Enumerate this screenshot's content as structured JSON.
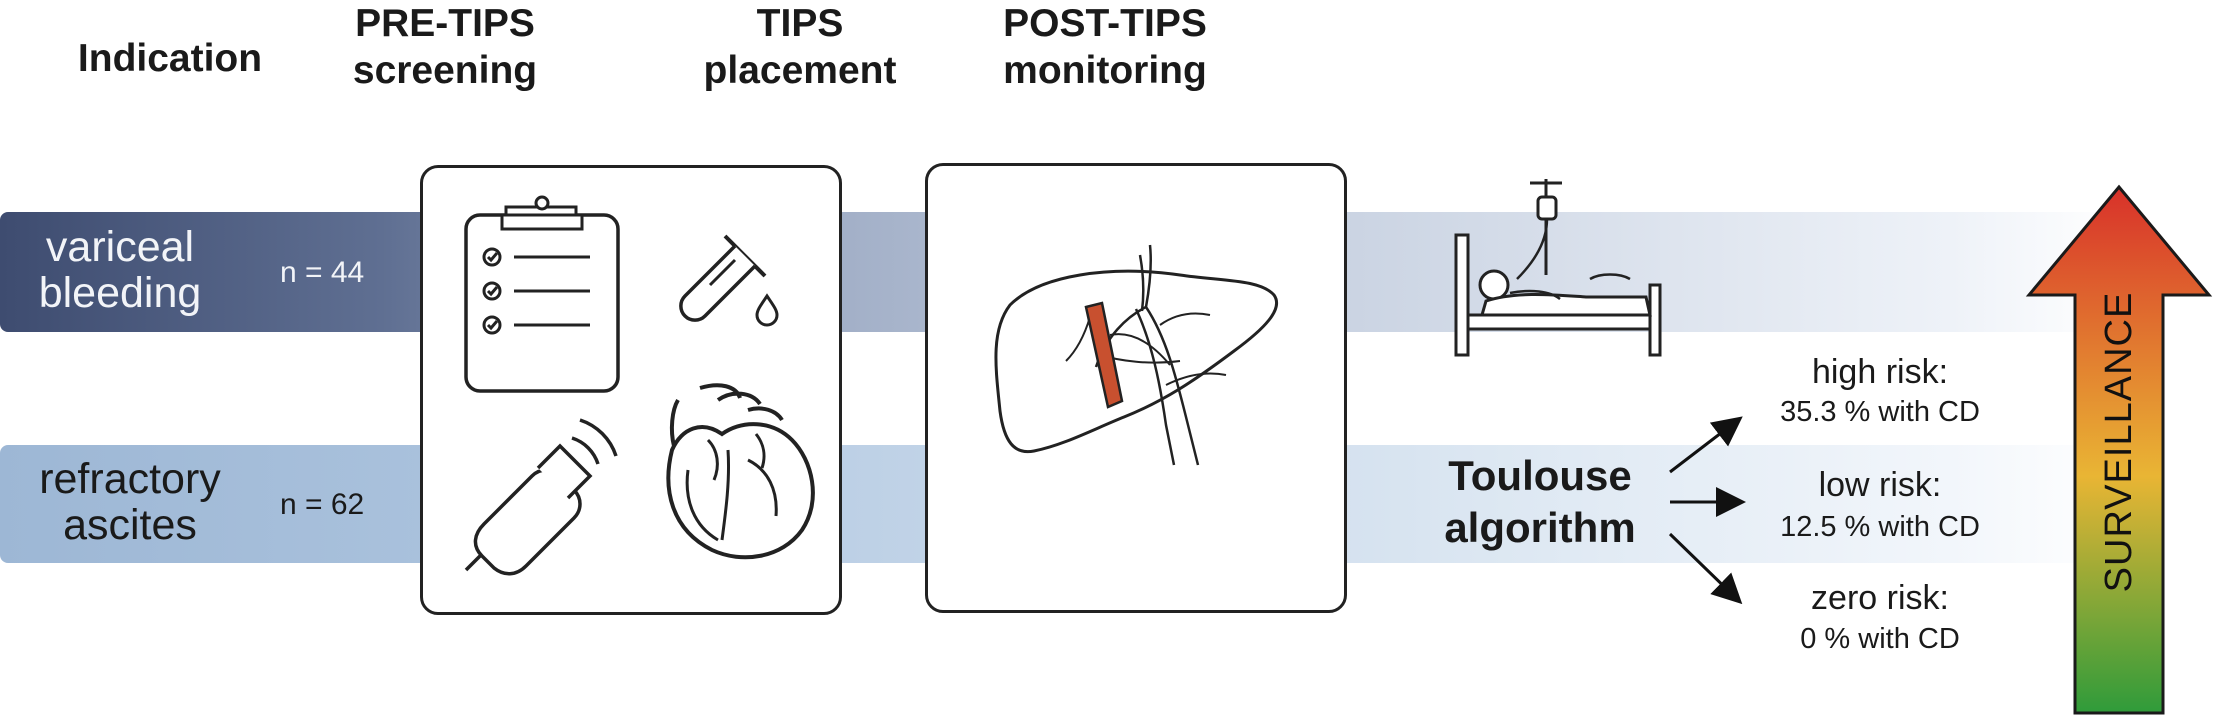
{
  "columns": {
    "indication": "Indication",
    "pre_tips_line1": "PRE-TIPS",
    "pre_tips_line2": "screening",
    "tips_line1": "TIPS",
    "tips_line2": "placement",
    "post_tips_line1": "POST-TIPS",
    "post_tips_line2": "monitoring"
  },
  "indications": [
    {
      "label_line1": "variceal",
      "label_line2": "bleeding",
      "n": "n = 44",
      "color": "#3f4e73"
    },
    {
      "label_line1": "refractory",
      "label_line2": "ascites",
      "n": "n = 62",
      "color": "#9fb8d6"
    }
  ],
  "algorithm": {
    "line1": "Toulouse",
    "line2": "algorithm"
  },
  "risks": [
    {
      "title": "high risk:",
      "detail": "35.3 % with CD"
    },
    {
      "title": "low risk:",
      "detail": "12.5 % with CD"
    },
    {
      "title": "zero risk:",
      "detail": "0 % with CD"
    }
  ],
  "surveillance": {
    "label": "SURVEILLANCE",
    "color_top": "#d8312a",
    "color_mid": "#e9b534",
    "color_bottom": "#2f9b3a"
  },
  "icons": [
    "clipboard-icon",
    "test-tube-icon",
    "ultrasound-probe-icon",
    "heart-icon",
    "liver-tips-icon",
    "hospital-bed-icon"
  ]
}
